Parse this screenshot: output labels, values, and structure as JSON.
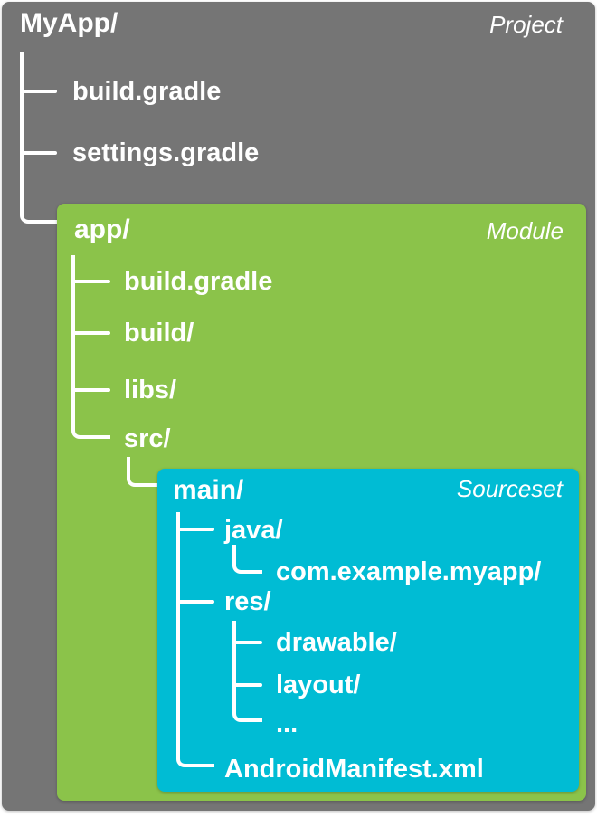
{
  "diagram": {
    "project": {
      "title": "MyApp/",
      "tag": "Project",
      "items": [
        {
          "label": "build.gradle"
        },
        {
          "label": "settings.gradle"
        }
      ]
    },
    "module": {
      "title": "app/",
      "tag": "Module",
      "items": [
        {
          "label": "build.gradle"
        },
        {
          "label": "build/"
        },
        {
          "label": "libs/"
        },
        {
          "label": "src/"
        }
      ]
    },
    "sourceset": {
      "title": "main/",
      "tag": "Sourceset",
      "items": [
        {
          "label": "java/"
        },
        {
          "label": "com.example.myapp/"
        },
        {
          "label": "res/"
        },
        {
          "label": "drawable/"
        },
        {
          "label": "layout/"
        },
        {
          "label": "..."
        },
        {
          "label": "AndroidManifest.xml"
        }
      ]
    },
    "colors": {
      "project_bg": "#757575",
      "module_bg": "#8BC34A",
      "sourceset_bg": "#00BCD4",
      "text": "#FFFFFF",
      "connector": "#FFFFFF",
      "page_bg": "#FFFFFF"
    }
  }
}
